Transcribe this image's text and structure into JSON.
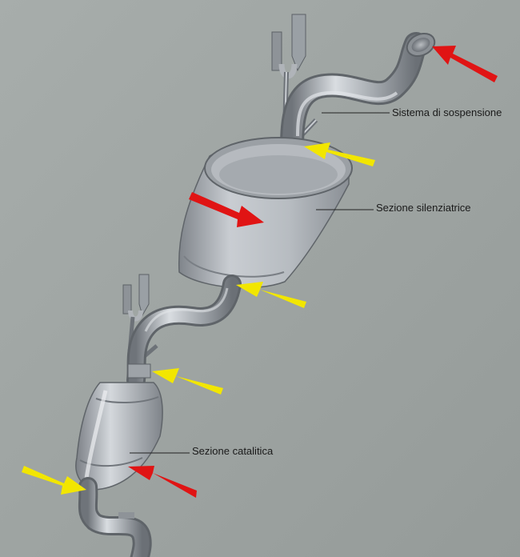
{
  "labels": {
    "suspension": "Sistema di sospensione",
    "silencer": "Sezione silenziatrice",
    "catalytic": "Sezione catalitica"
  },
  "colors": {
    "background": "#9ea4a2",
    "pipe": "#a9adb2",
    "arrow_red": "#e01414",
    "arrow_yellow": "#f2e600",
    "leader": "#222222"
  },
  "icons": {
    "red_arrow": "red-arrow-icon",
    "yellow_arrow": "yellow-arrow-icon"
  }
}
